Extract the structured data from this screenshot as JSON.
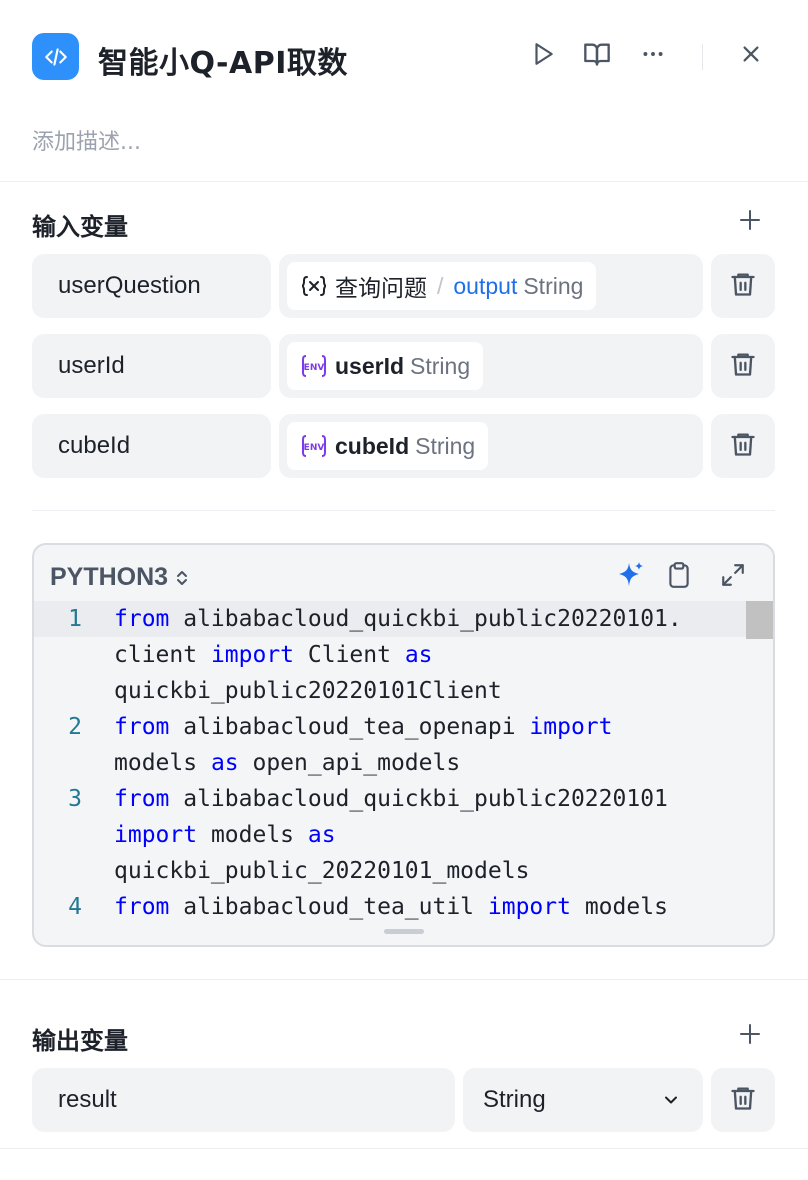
{
  "header": {
    "title": "智能小Q-API取数",
    "description_placeholder": "添加描述...",
    "icon": "code-icon",
    "actions": [
      "play-icon",
      "book-icon",
      "more-icon",
      "close-icon"
    ]
  },
  "colors": {
    "accent": "#2e90fa",
    "link": "#1f6feb",
    "env_icon": "#7c3aed",
    "keyword": "#0000ff",
    "line_number": "#237893"
  },
  "input_section": {
    "title": "输入变量",
    "add_icon": "plus-icon",
    "rows": [
      {
        "name": "userQuestion",
        "source_icon": "variable-icon",
        "node": "查询问题",
        "separator": "/",
        "field": "output",
        "type": "String"
      },
      {
        "name": "userId",
        "source_icon": "env-icon",
        "env_label": "ENV",
        "field": "userId",
        "type": "String"
      },
      {
        "name": "cubeId",
        "source_icon": "env-icon",
        "env_label": "ENV",
        "field": "cubeId",
        "type": "String"
      }
    ]
  },
  "code_editor": {
    "language": "PYTHON3",
    "toolbar_icons": [
      "sparkle-icon",
      "clipboard-icon",
      "expand-icon"
    ],
    "lines": [
      {
        "no": "1",
        "segments": [
          {
            "t": "from",
            "kw": true
          },
          {
            "t": " alibabacloud_quickbi_public20220101."
          }
        ]
      },
      {
        "no": "",
        "segments": [
          {
            "t": "client "
          },
          {
            "t": "import",
            "kw": true
          },
          {
            "t": " Client "
          },
          {
            "t": "as",
            "kw": true
          }
        ]
      },
      {
        "no": "",
        "segments": [
          {
            "t": "quickbi_public20220101Client"
          }
        ]
      },
      {
        "no": "2",
        "segments": [
          {
            "t": "from",
            "kw": true
          },
          {
            "t": " alibabacloud_tea_openapi "
          },
          {
            "t": "import",
            "kw": true
          }
        ]
      },
      {
        "no": "",
        "segments": [
          {
            "t": "models "
          },
          {
            "t": "as",
            "kw": true
          },
          {
            "t": " open_api_models"
          }
        ]
      },
      {
        "no": "3",
        "segments": [
          {
            "t": "from",
            "kw": true
          },
          {
            "t": " alibabacloud_quickbi_public20220101"
          }
        ]
      },
      {
        "no": "",
        "segments": [
          {
            "t": "import",
            "kw": true
          },
          {
            "t": " models "
          },
          {
            "t": "as",
            "kw": true
          }
        ]
      },
      {
        "no": "",
        "segments": [
          {
            "t": "quickbi_public_20220101_models"
          }
        ]
      },
      {
        "no": "4",
        "segments": [
          {
            "t": "from",
            "kw": true
          },
          {
            "t": " alibabacloud_tea_util "
          },
          {
            "t": "import",
            "kw": true
          },
          {
            "t": " models"
          }
        ]
      }
    ]
  },
  "output_section": {
    "title": "输出变量",
    "add_icon": "plus-icon",
    "rows": [
      {
        "name": "result",
        "type": "String"
      }
    ]
  }
}
